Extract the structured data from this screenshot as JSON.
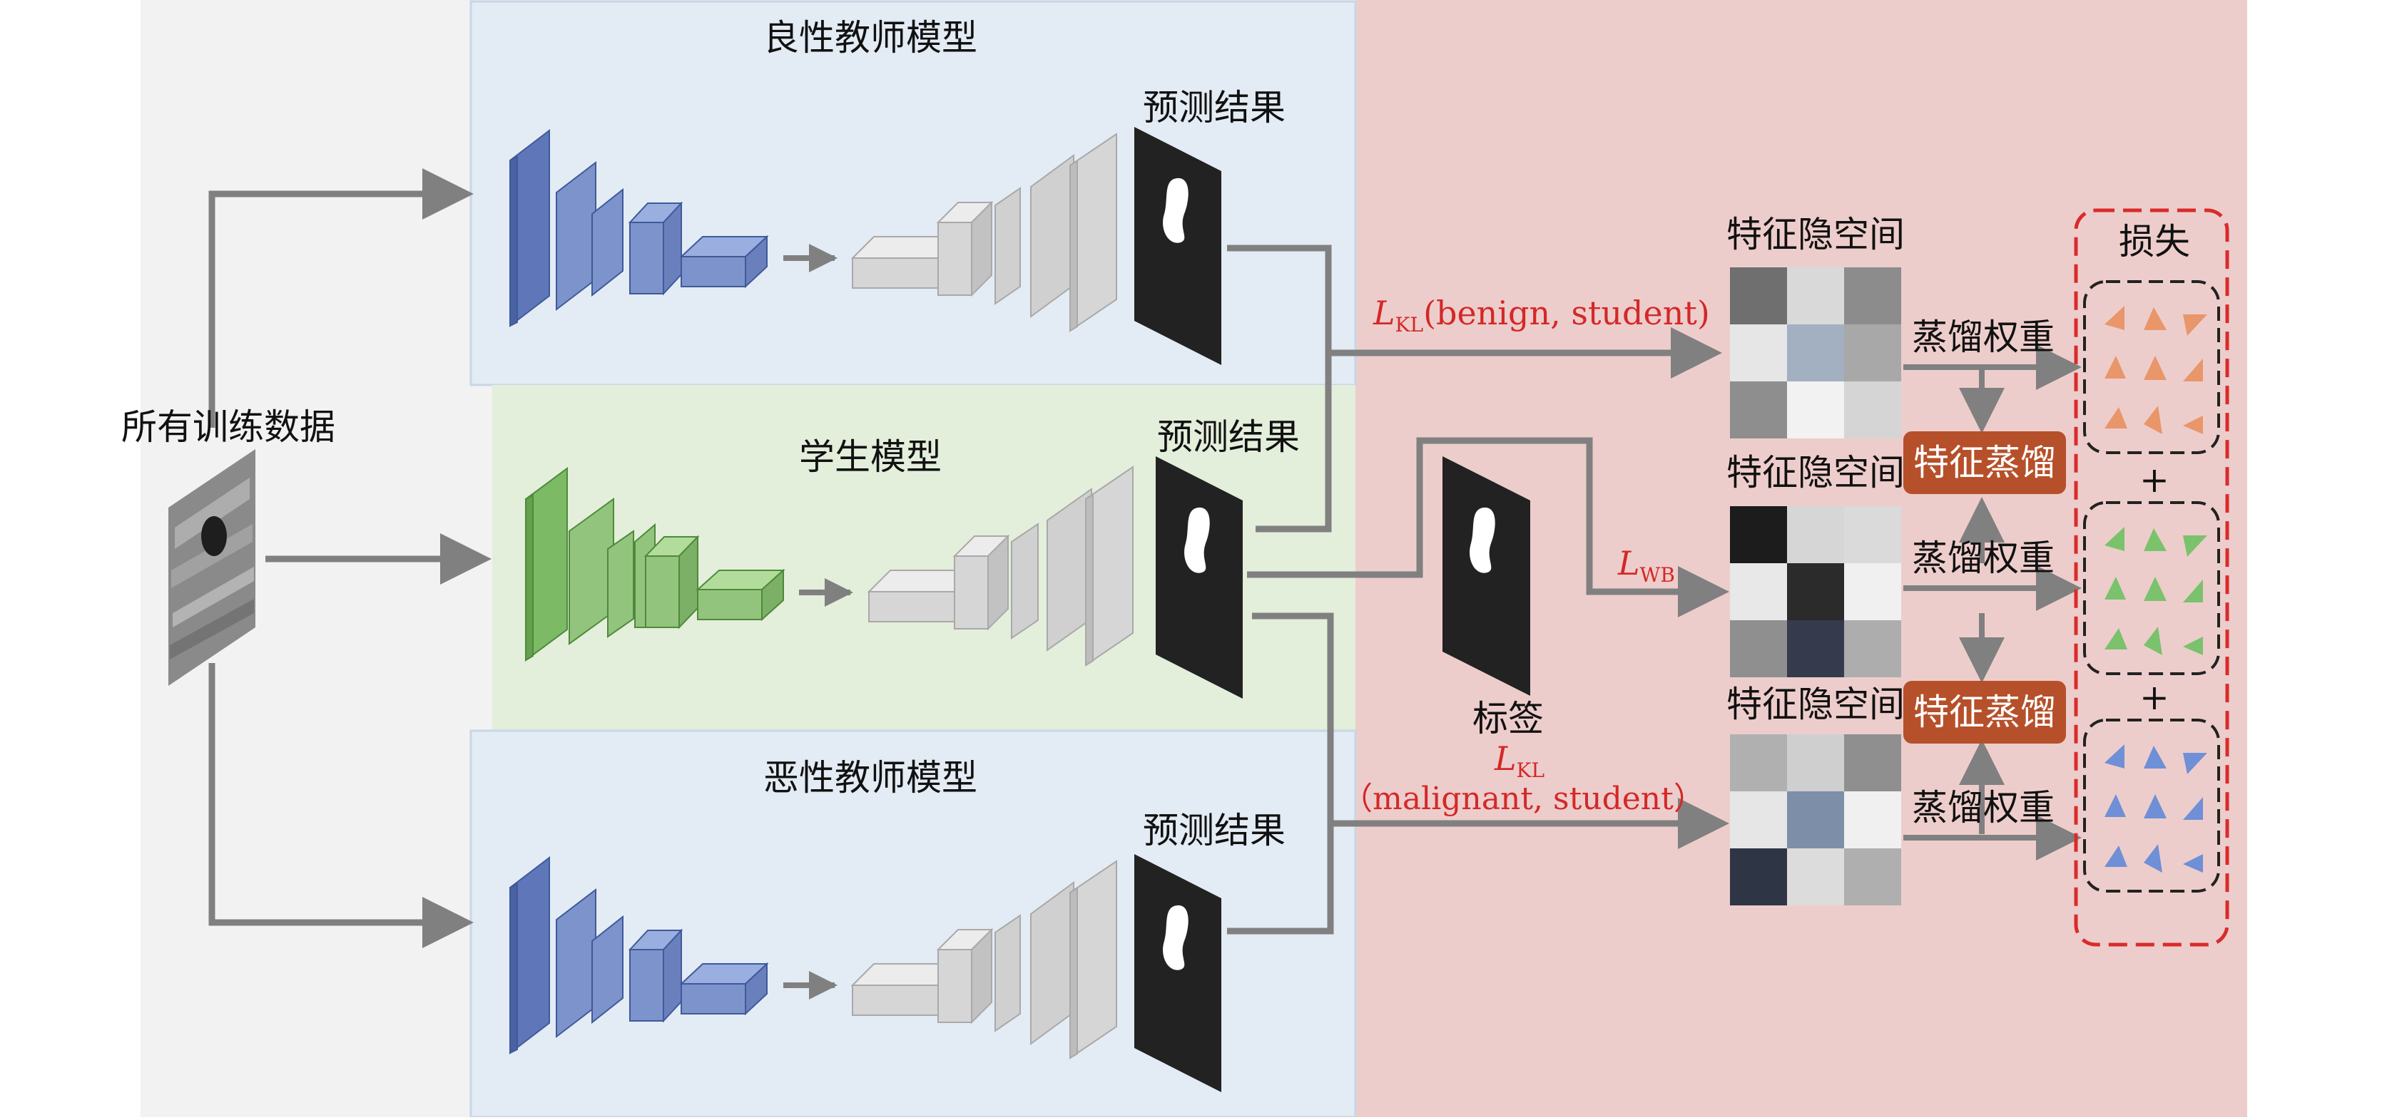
{
  "labels": {
    "all_training_data": "所有训练数据",
    "benign_teacher": "良性教师模型",
    "student_model": "学生模型",
    "malignant_teacher": "恶性教师模型",
    "prediction_top": "预测结果",
    "prediction_mid": "预测结果",
    "prediction_bot": "预测结果",
    "ground_truth": "标签",
    "feature_space_1": "特征隐空间",
    "feature_space_2": "特征隐空间",
    "feature_space_3": "特征隐空间",
    "distill_weight_1": "蒸馏权重",
    "distill_weight_2": "蒸馏权重",
    "distill_weight_3": "蒸馏权重",
    "feature_distill_1": "特征蒸馏",
    "feature_distill_2": "特征蒸馏",
    "loss": "损失",
    "plus_1": "+",
    "plus_2": "+"
  },
  "losses": {
    "kl_symbol": "L",
    "kl_sub": "KL",
    "kl_benign_args": "(benign, student)",
    "wb_symbol": "L",
    "wb_sub": "WB",
    "kl_malig_symbol": "L",
    "kl_malig_sub": "KL",
    "kl_malig_args": "（malignant, student）"
  },
  "feature_grids": [
    [
      "#6f6f6f",
      "#d9d9d9",
      "#8c8c8c",
      "#e6e6e6",
      "#a3b0c2",
      "#a8a8a8",
      "#8e8e8e",
      "#f2f2f2",
      "#d5d5d5"
    ],
    [
      "#1c1c1c",
      "#d6d6d6",
      "#dadada",
      "#e8e8e8",
      "#2b2b2b",
      "#f0f0f0",
      "#8f8f8f",
      "#353b4c",
      "#adadad"
    ],
    [
      "#b0b0b0",
      "#cfcfcf",
      "#8f8f8f",
      "#e6e6e6",
      "#7d8ea8",
      "#f0f0f0",
      "#2e3545",
      "#dcdcdc",
      "#afafaf"
    ]
  ],
  "colors": {
    "left_bg": "#f2f2f2",
    "right_bg": "#edcdcb",
    "teacher_bg": "#e3ebf4",
    "student_bg": "#e3eedb",
    "encoder_blue": "#7d93cb",
    "encoder_green": "#93c47d",
    "decoder_gray": "#d0d0d0",
    "arrow": "#808080",
    "loss_red": "#d42828",
    "distill_box": "#b6502a",
    "tri_orange": "#e8966a",
    "tri_green": "#7ac26c",
    "tri_blue": "#6f8fd6"
  }
}
